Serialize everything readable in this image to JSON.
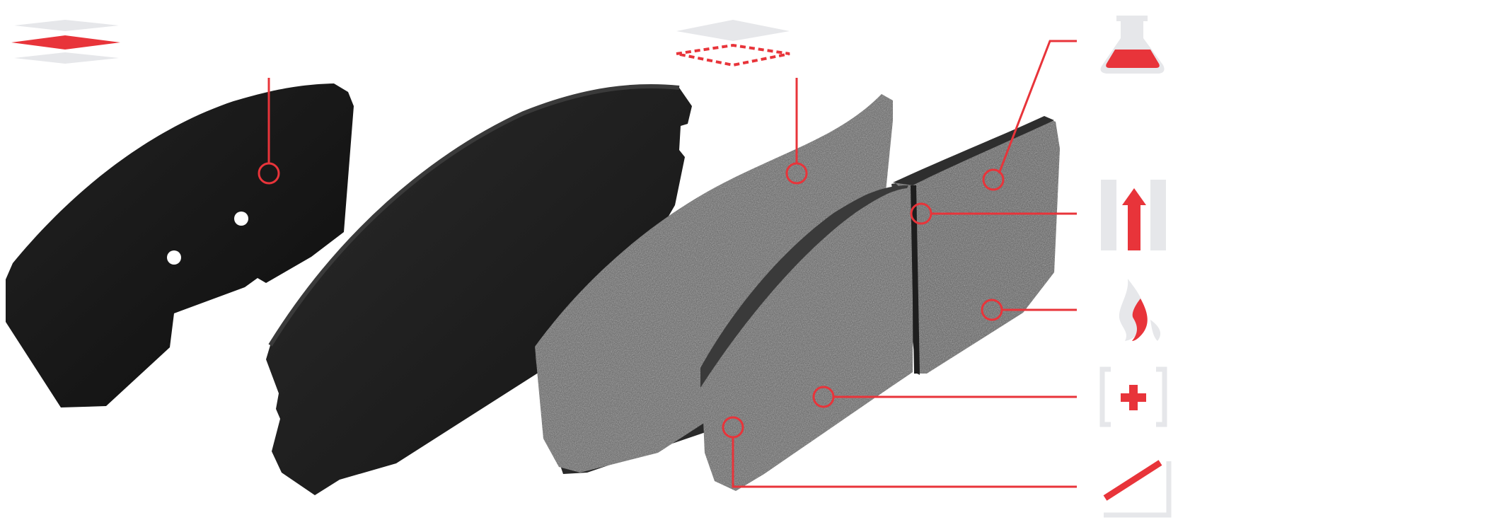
{
  "colors": {
    "accent": "#e8343a",
    "icon_gray": "#e6e7ea",
    "icon_gray_dark": "#d7d9dd",
    "backing_plate": "#1c1c1c",
    "shim": "#141414",
    "underlayer": "#5c5c5c",
    "friction_material": "#585858",
    "background": "#ffffff"
  },
  "layers": [
    {
      "name": "shim",
      "icon": "layers-highlight-icon"
    },
    {
      "name": "backing-plate"
    },
    {
      "name": "underlayer",
      "icon": "layers-dashed-icon"
    },
    {
      "name": "friction-material"
    }
  ],
  "features": [
    {
      "name": "compound-formulation",
      "icon": "flask-icon"
    },
    {
      "name": "performance-slot",
      "icon": "arrow-up-bars-icon"
    },
    {
      "name": "heat-resistance",
      "icon": "flame-icon"
    },
    {
      "name": "positive-mold",
      "icon": "bracket-plus-icon"
    },
    {
      "name": "chamfer",
      "icon": "chamfer-icon"
    }
  ]
}
